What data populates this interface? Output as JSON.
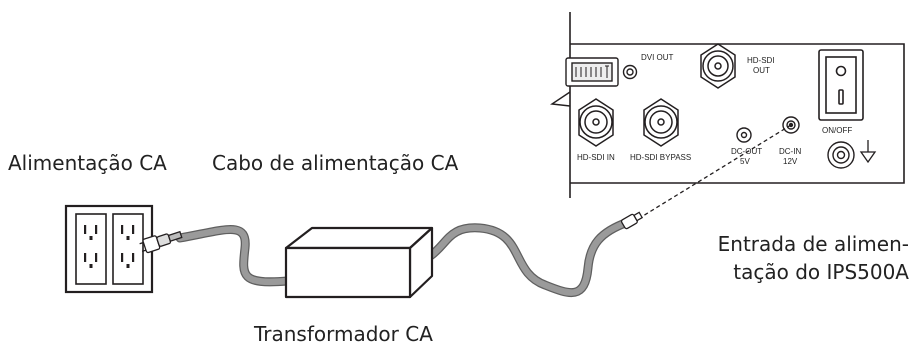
{
  "labels": {
    "ac_power": "Alimentação CA",
    "ac_cable": "Cabo de alimentação CA",
    "ac_transformer": "Transformador CA",
    "power_input_line1": "Entrada de alimen-",
    "power_input_line2": "tação do IPS500A"
  },
  "panel": {
    "dvi_out": "DVI OUT",
    "hdsdi_out_line1": "HD-SDI",
    "hdsdi_out_line2": "OUT",
    "hdsdi_in": "HD-SDI IN",
    "hdsdi_bypass": "HD-SDI BYPASS",
    "dc_out_line1": "DC-OUT",
    "dc_out_line2": "5V",
    "dc_in_line1": "DC-IN",
    "dc_in_line2": "12V",
    "on_off": "ON/OFF"
  },
  "colors": {
    "line": "#231f20",
    "cable": "#9a9a9a",
    "cable_edge": "#5f5f5f"
  }
}
